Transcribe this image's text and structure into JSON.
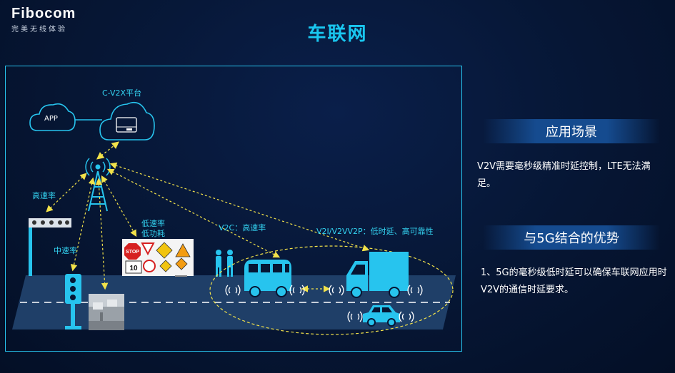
{
  "logo": {
    "word": "Fibocom",
    "tagline": "完美无线体验"
  },
  "page_title": "车联网",
  "diagram": {
    "platform_label": "C-V2X平台",
    "app_label": "APP",
    "high_speed_label": "高速率",
    "mid_speed_label": "中速率",
    "low_speed_label_1": "低速率",
    "low_speed_label_2": "低功耗",
    "v2c_label": "V2C：高速率",
    "v2i_label": "V2I/V2VV2P：低时延、高可靠性",
    "sign_texts": {
      "stop": "STOP",
      "ten": "10"
    },
    "colors": {
      "accent": "#19c7f0",
      "link": "#f2e24a",
      "road": "#1f3f68"
    }
  },
  "right_panel": {
    "section1_title": "应用场景",
    "section1_text": "V2V需要毫秒级精准时延控制，LTE无法满足。",
    "section2_title": "与5G结合的优势",
    "section2_text": "1、5G的毫秒级低时延可以确保车联网应用时V2V的通信时延要求。"
  }
}
